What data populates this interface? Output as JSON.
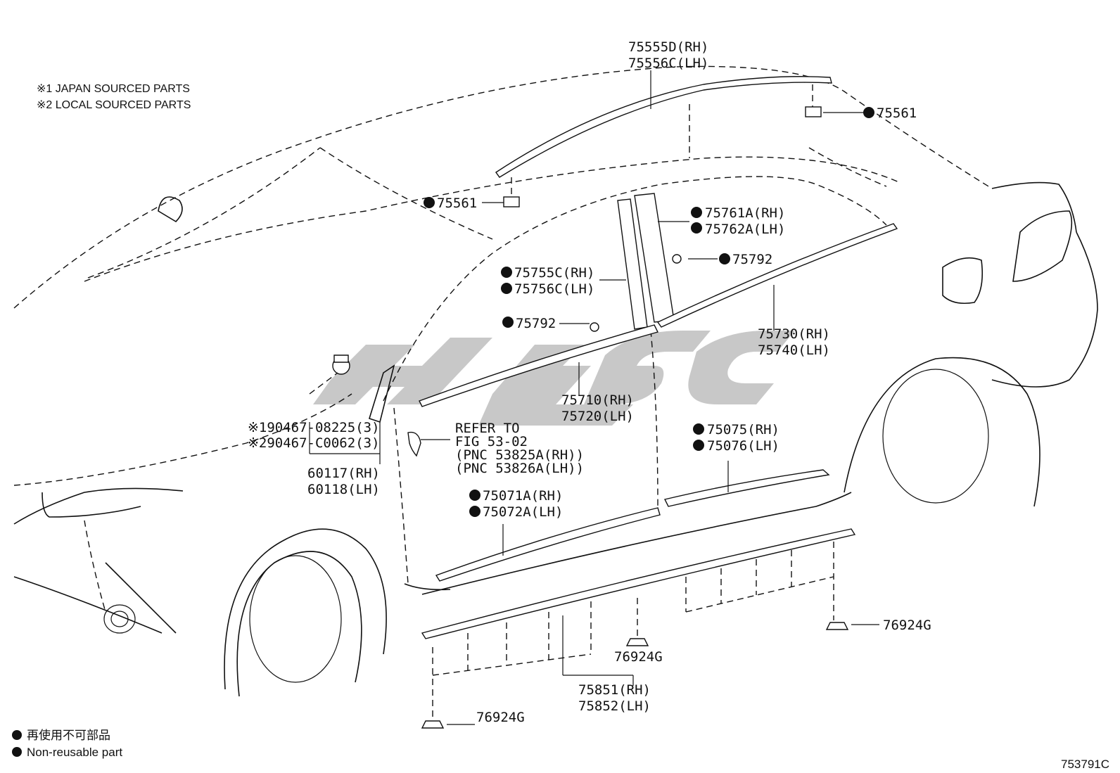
{
  "notes": {
    "note1": "※1 JAPAN SOURCED PARTS",
    "note2": "※2 LOCAL SOURCED PARTS"
  },
  "labels": {
    "p75555D": "75555D(RH)",
    "p75556C": "75556C(LH)",
    "p75561_right": "75561",
    "p75561_left": "75561",
    "p75761A": "75761A(RH)",
    "p75762A": "75762A(LH)",
    "p75792_right": "75792",
    "p75755C": "75755C(RH)",
    "p75756C": "75756C(LH)",
    "p75792_left": "75792",
    "p75730": "75730(RH)",
    "p75740": "75740(LH)",
    "p75710": "75710(RH)",
    "p75720": "75720(LH)",
    "bolt1": "※190467-08225(3)",
    "bolt2": "※290467-C0062(3)",
    "p60117": "60117(RH)",
    "p60118": "60118(LH)",
    "refer1": "REFER TO",
    "refer2": "FIG 53-02",
    "refer3": "(PNC 53825A(RH))",
    "refer4": "(PNC 53826A(LH))",
    "p75075": "75075(RH)",
    "p75076": "75076(LH)",
    "p75071A": "75071A(RH)",
    "p75072A": "75072A(LH)",
    "clip_right": "76924G",
    "clip_mid": "76924G",
    "clip_left": "76924G",
    "p75851": "75851(RH)",
    "p75852": "75852(LH)"
  },
  "legend": {
    "jp": "再使用不可部品",
    "en": "Non-reusable part"
  },
  "figure_id": "753791C"
}
